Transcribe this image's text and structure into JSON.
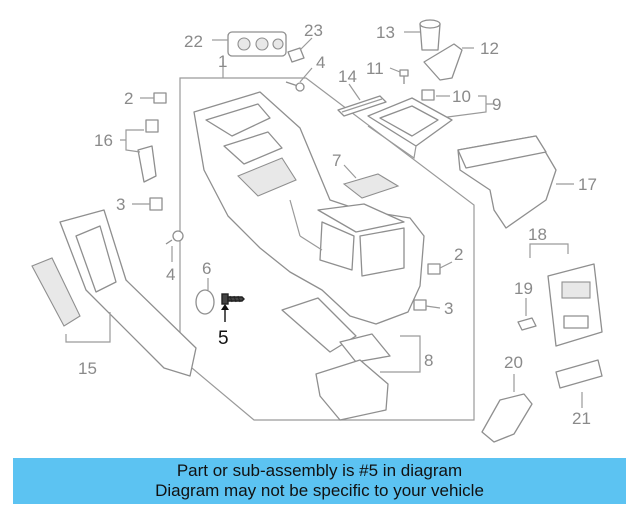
{
  "diagram": {
    "callouts": [
      "22",
      "23",
      "1",
      "4",
      "14",
      "13",
      "11",
      "12",
      "10",
      "9",
      "2",
      "16",
      "7",
      "3",
      "17",
      "18",
      "6",
      "5",
      "19",
      "4",
      "2",
      "3",
      "8",
      "15",
      "20",
      "21"
    ],
    "highlighted_callout": "5"
  },
  "banner": {
    "line1": "Part or sub-assembly is #5 in diagram",
    "line2": "Diagram may not be specific to your vehicle"
  }
}
